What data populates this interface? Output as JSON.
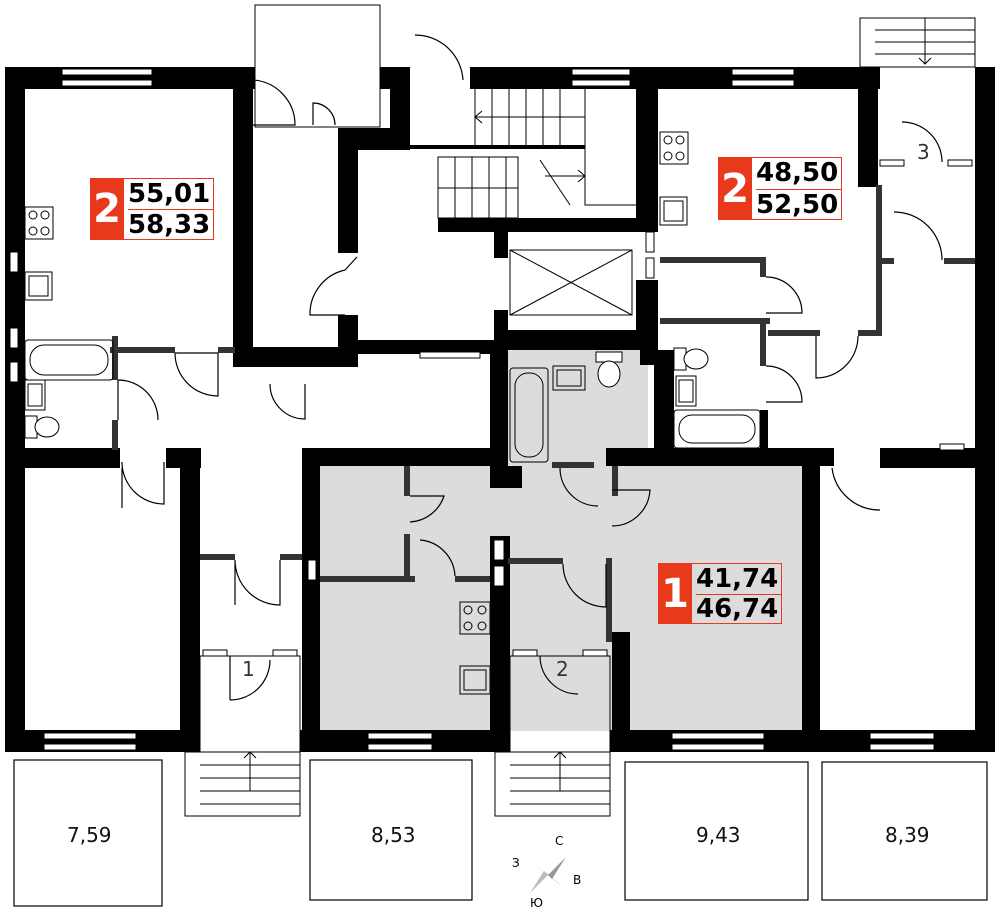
{
  "apartments": [
    {
      "rooms": "2",
      "area_living": "55,01",
      "area_total": "58,33"
    },
    {
      "rooms": "2",
      "area_living": "48,50",
      "area_total": "52,50"
    },
    {
      "rooms": "1",
      "area_living": "41,74",
      "area_total": "46,74"
    }
  ],
  "terraces": [
    "7,59",
    "8,53",
    "9,43",
    "8,39"
  ],
  "entrances": [
    "1",
    "2",
    "3"
  ],
  "compass": {
    "north": "С",
    "east": "В",
    "south": "Ю",
    "west": "З"
  },
  "colors": {
    "wall": "#000000",
    "accent": "#e8391d",
    "highlight": "#dcdcdc"
  }
}
